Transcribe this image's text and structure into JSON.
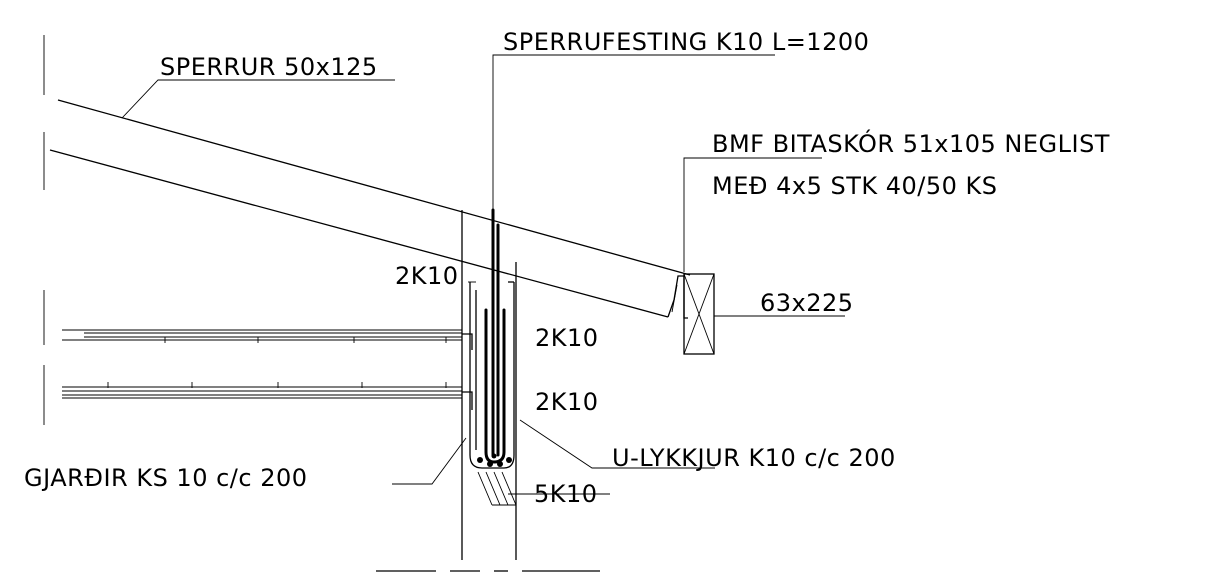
{
  "labels": {
    "sperrur": "SPERRUR 50x125",
    "sperrufesting": "SPERRUFESTING K10 L=1200",
    "bmf_line1": "BMF BITASKÓR 51x105 NEGLIST",
    "bmf_line2": "MEÐ 4x5 STK 40/50 KS",
    "rebar_top": "2K10",
    "rebar_mid1": "2K10",
    "rebar_mid2": "2K10",
    "beam_size": "63x225",
    "u_lykkjur": "U-LYKKJUR K10 c/c 200",
    "gjardir": "GJARÐIR KS 10 c/c 200",
    "bottom_bars": "5K10"
  },
  "colors": {
    "ink": "#000000",
    "paper": "#ffffff"
  }
}
